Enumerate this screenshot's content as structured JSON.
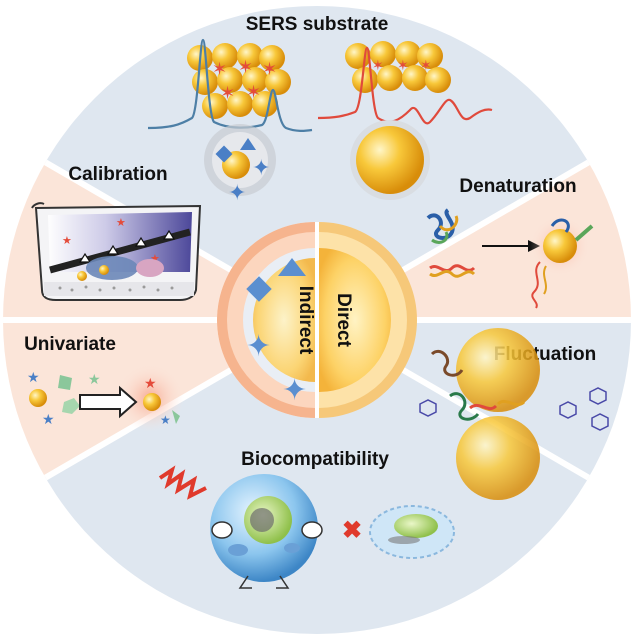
{
  "segments": {
    "top": "SERS substrate",
    "upper_left": "Calibration",
    "lower_left": "Univariate",
    "bottom": "Biocompatibility",
    "upper_right": "Denaturation",
    "lower_right": "Fluctuation"
  },
  "center": {
    "left": "Indirect",
    "right": "Direct"
  },
  "colors": {
    "blue_segment": "#dde6f0",
    "peach_segment": "#fbe4d8",
    "gold": "#f5b928",
    "star_blue": "#4a7fc6",
    "star_red": "#e44b3a"
  }
}
